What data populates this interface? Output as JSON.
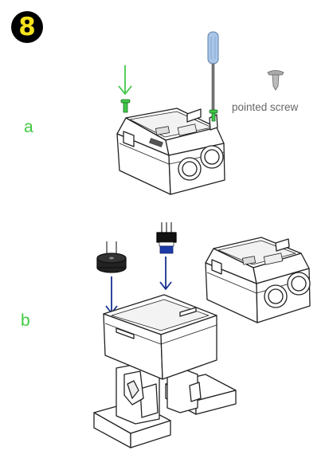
{
  "step": {
    "number": "8"
  },
  "labels": {
    "a": "a",
    "b": "b"
  },
  "legend": {
    "pointed_screw": "pointed screw"
  },
  "colors": {
    "badge_bg": "#000000",
    "badge_text": "#f4e21c",
    "label_green": "#3fc93f",
    "arrow_green": "#41c94a",
    "arrow_blue": "#17318f",
    "screwdriver_handle": "#a9c6e8"
  }
}
